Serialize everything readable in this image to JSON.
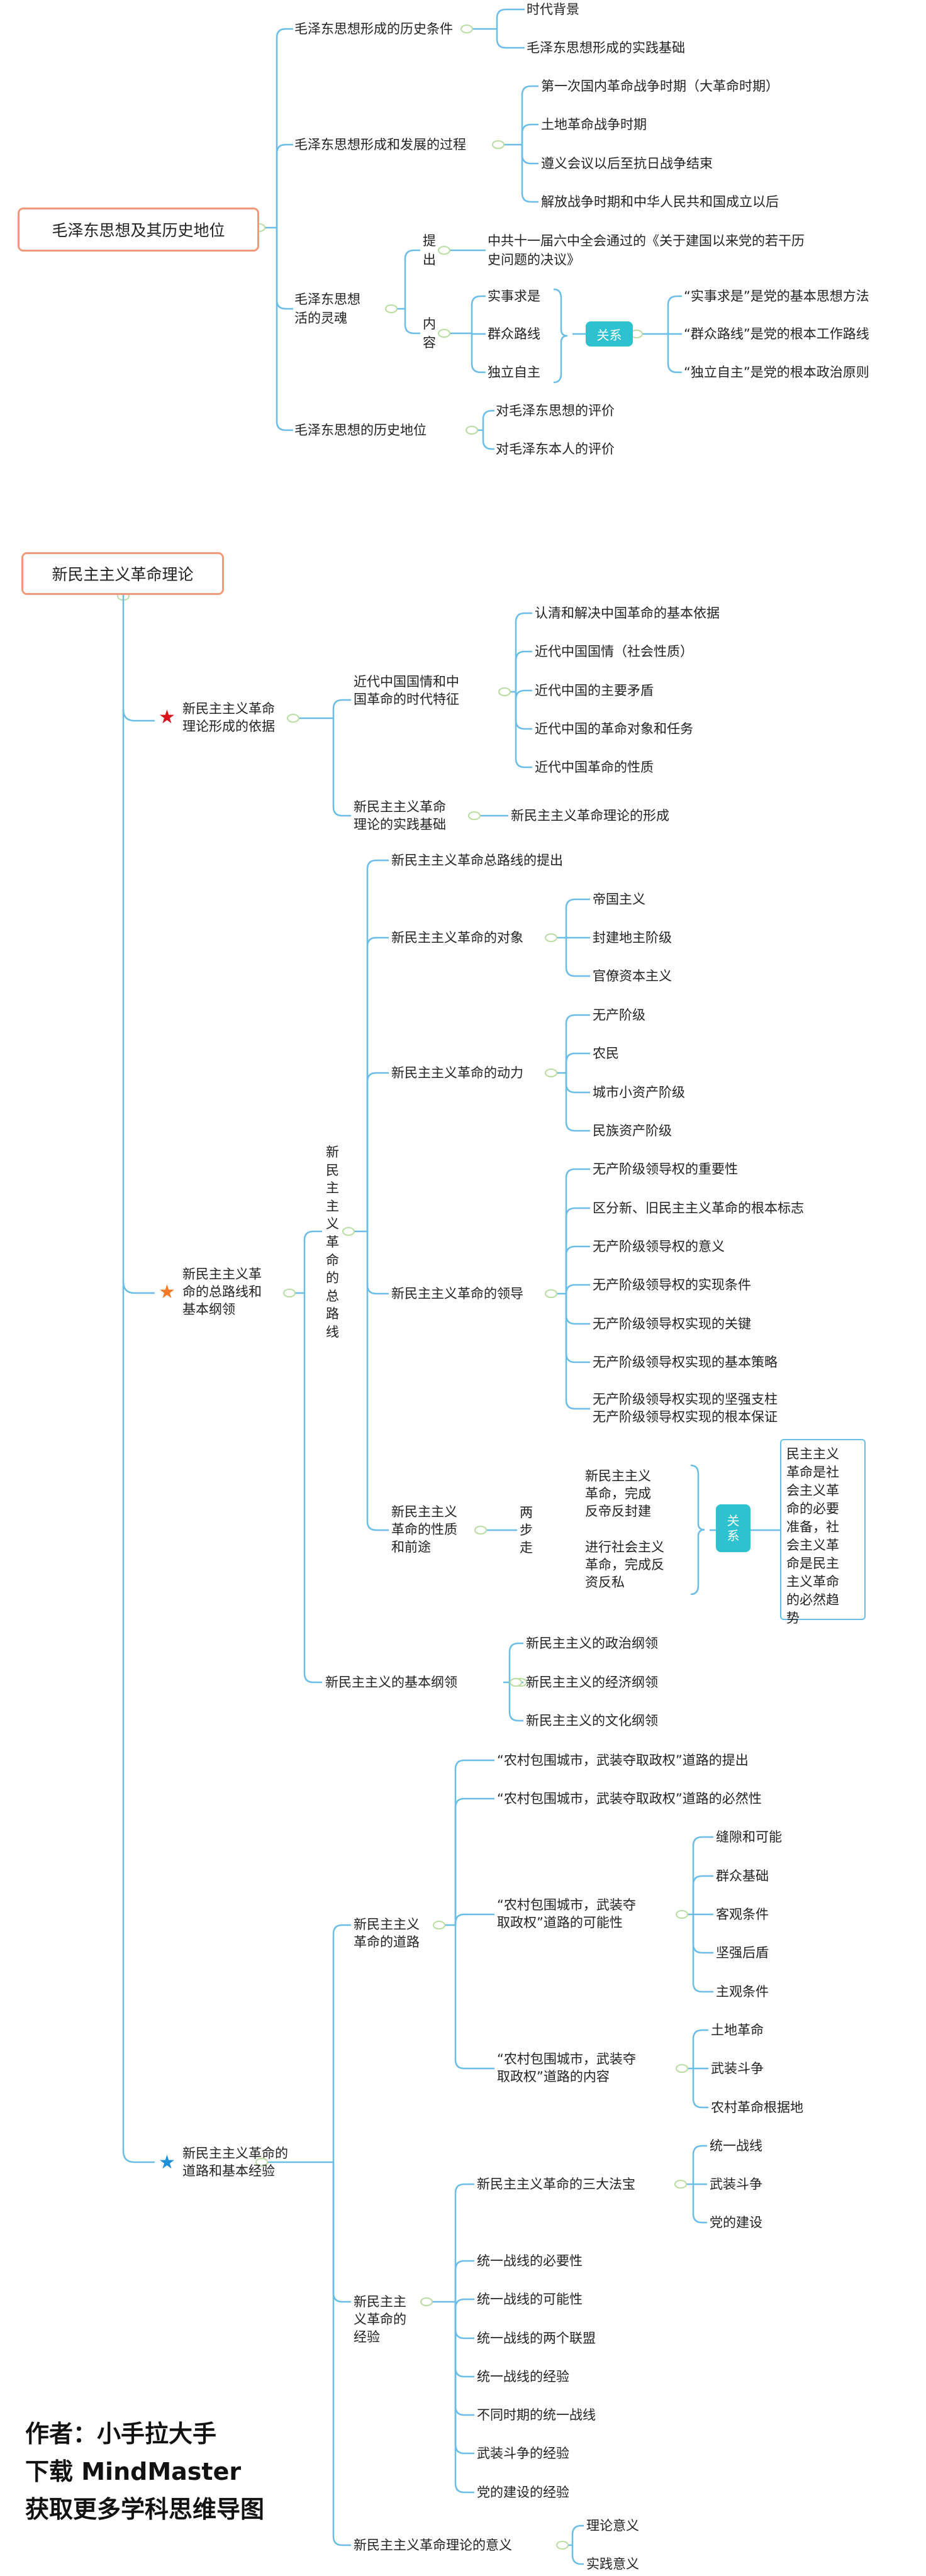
{
  "colors": {
    "line": "#69bde6",
    "root_border": "#f2987a",
    "relation": "#2ec1cf",
    "star_red": "#d7141b",
    "star_orange": "#f47a2a",
    "star_blue": "#1f8fd8"
  },
  "mz": {
    "root": "毛泽东思想及其历史地位",
    "b1": "毛泽东思想形成的历史条件",
    "b1_1": "时代背景",
    "b1_2": "毛泽东思想形成的实践基础",
    "b2": "毛泽东思想形成和发展的过程",
    "b2_1": "第一次国内革命战争时期（大革命时期）",
    "b2_2": "土地革命战争时期",
    "b2_3": "遵义会议以后至抗日战争结束",
    "b2_4": "解放战争时期和中华人民共和国成立以后",
    "b3": [
      "毛泽东思想",
      "活的灵魂"
    ],
    "ti": [
      "提",
      "出"
    ],
    "ti_text": [
      "中共十一届六中全会通过的《关于建国以来党的若干历",
      "史问题的决议》"
    ],
    "nei": [
      "内",
      "容"
    ],
    "c1": "实事求是",
    "c2": "群众路线",
    "c3": "独立自主",
    "relation": "关系",
    "d1": "“实事求是”是党的基本思想方法",
    "d2": "“群众路线”是党的根本工作路线",
    "d3": "“独立自主”是党的根本政治原则",
    "b4": "毛泽东思想的历史地位",
    "b4_1": "对毛泽东思想的评价",
    "b4_2": "对毛泽东本人的评价"
  },
  "xm": {
    "root": "新民主主义革命理论",
    "s1": [
      "新民主主义革命",
      "理论形成的依据"
    ],
    "s1a": [
      "近代中国国情和中",
      "国革命的时代特征"
    ],
    "s1a_1": "认清和解决中国革命的基本依据",
    "s1a_2": "近代中国国情（社会性质）",
    "s1a_3": "近代中国的主要矛盾",
    "s1a_4": "近代中国的革命对象和任务",
    "s1a_5": "近代中国革命的性质",
    "s1b": [
      "新民主主义革命",
      "理论的实践基础"
    ],
    "s1b_1": "新民主主义革命理论的形成",
    "s2": [
      "新民主主义革",
      "命的总路线和",
      "基本纲领"
    ],
    "zlx": "新民主主义革命的总路线",
    "p0": "新民主主义革命总路线的提出",
    "p1": "新民主主义革命的对象",
    "p1_items": [
      "帝国主义",
      "封建地主阶级",
      "官僚资本主义"
    ],
    "p2": "新民主主义革命的动力",
    "p2_items": [
      "无产阶级",
      "农民",
      "城市小资产阶级",
      "民族资产阶级"
    ],
    "p3": "新民主主义革命的领导",
    "p3_items": [
      "无产阶级领导权的重要性",
      "区分新、旧民主主义革命的根本标志",
      "无产阶级领导权的意义",
      "无产阶级领导权的实现条件",
      "无产阶级领导权实现的关键",
      "无产阶级领导权实现的基本策略",
      "无产阶级领导权实现的坚强支柱",
      "无产阶级领导权实现的根本保证"
    ],
    "p4": [
      "新民主主义",
      "革命的性质",
      "和前途"
    ],
    "lbz": [
      "两",
      "步",
      "走"
    ],
    "step1": [
      "新民主主义",
      "革命，完成",
      "反帝反封建"
    ],
    "step2": [
      "进行社会主义",
      "革命，完成反",
      "资反私"
    ],
    "relation": [
      "关",
      "系"
    ],
    "rel_text": [
      "民主主义",
      "革命是社",
      "会主义革",
      "命的必要",
      "准备，社",
      "会主义革",
      "命是民主",
      "主义革命",
      "的必然趋",
      "势"
    ],
    "gl": "新民主主义的基本纲领",
    "gl_items": [
      "新民主主义的政治纲领",
      "新民主主义的经济纲领",
      "新民主主义的文化纲领"
    ],
    "s3": [
      "新民主主义革命的",
      "道路和基本经验"
    ],
    "dl": [
      "新民主主义",
      "革命的道路"
    ],
    "dl1": "“农村包围城市，武装夺取政权”道路的提出",
    "dl2": "“农村包围城市，武装夺取政权”道路的必然性",
    "dl3": [
      "“农村包围城市，武装夺",
      "取政权”道路的可能性"
    ],
    "dl3_items": [
      "缝隙和可能",
      "群众基础",
      "客观条件",
      "坚强后盾",
      "主观条件"
    ],
    "dl4": [
      "“农村包围城市，武装夺",
      "取政权”道路的内容"
    ],
    "dl4_items": [
      "土地革命",
      "武装斗争",
      "农村革命根据地"
    ],
    "jy": [
      "新民主主",
      "义革命的",
      "经验"
    ],
    "sdfb": "新民主主义革命的三大法宝",
    "sdfb_items": [
      "统一战线",
      "武装斗争",
      "党的建设"
    ],
    "jy_items": [
      "统一战线的必要性",
      "统一战线的可能性",
      "统一战线的两个联盟",
      "统一战线的经验",
      "不同时期的统一战线",
      "武装斗争的经验",
      "党的建设的经验"
    ],
    "yy": "新民主主义革命理论的意义",
    "yy_items": [
      "理论意义",
      "实践意义"
    ]
  },
  "watermark": [
    "作者：小手拉大手",
    "下载 MindMaster",
    "获取更多学科思维导图"
  ]
}
